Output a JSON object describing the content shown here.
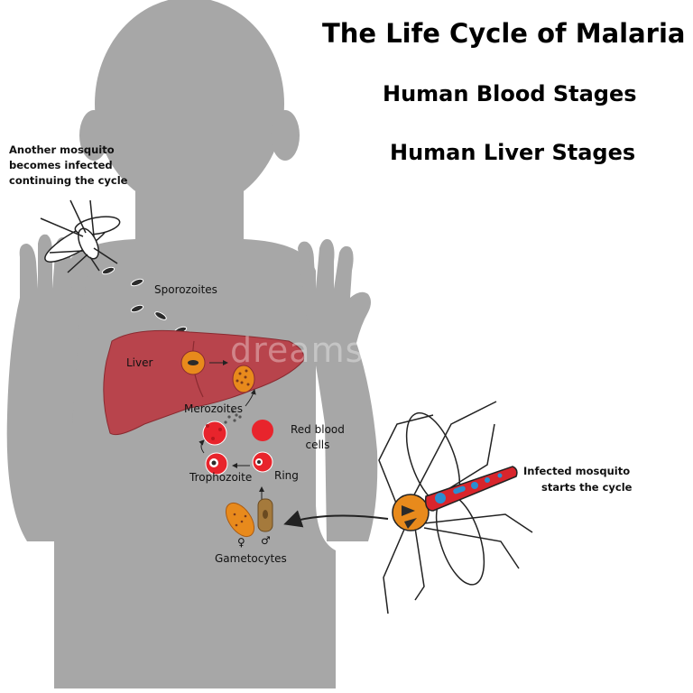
{
  "titles": {
    "main": "The Life Cycle of Malaria",
    "blood": "Human Blood Stages",
    "liver": "Human Liver Stages"
  },
  "labels": {
    "another_mosquito": [
      "Another mosquito",
      "becomes infected",
      "continuing the cycle"
    ],
    "sporozoites": "Sporozoites",
    "liver": "Liver",
    "merozoites": "Merozoites",
    "red_blood_cells": [
      "Red blood",
      "cells"
    ],
    "trophozoite": "Trophozoite",
    "ring": "Ring",
    "gametocytes": "Gametocytes",
    "female_symbol": "♀",
    "male_symbol": "♂",
    "infected_mosquito": [
      "Infected mosquito",
      "starts the cycle"
    ]
  },
  "watermark": "dreamstime",
  "colors": {
    "silhouette": "#a7a7a7",
    "liver": "#b8444c",
    "red_cell": "#e8242c",
    "parasite_orange": "#e88a1c",
    "gametocyte_brown": "#a57a3c",
    "proboscis_red": "#d8252c",
    "infection_blue": "#2a8ed0"
  }
}
